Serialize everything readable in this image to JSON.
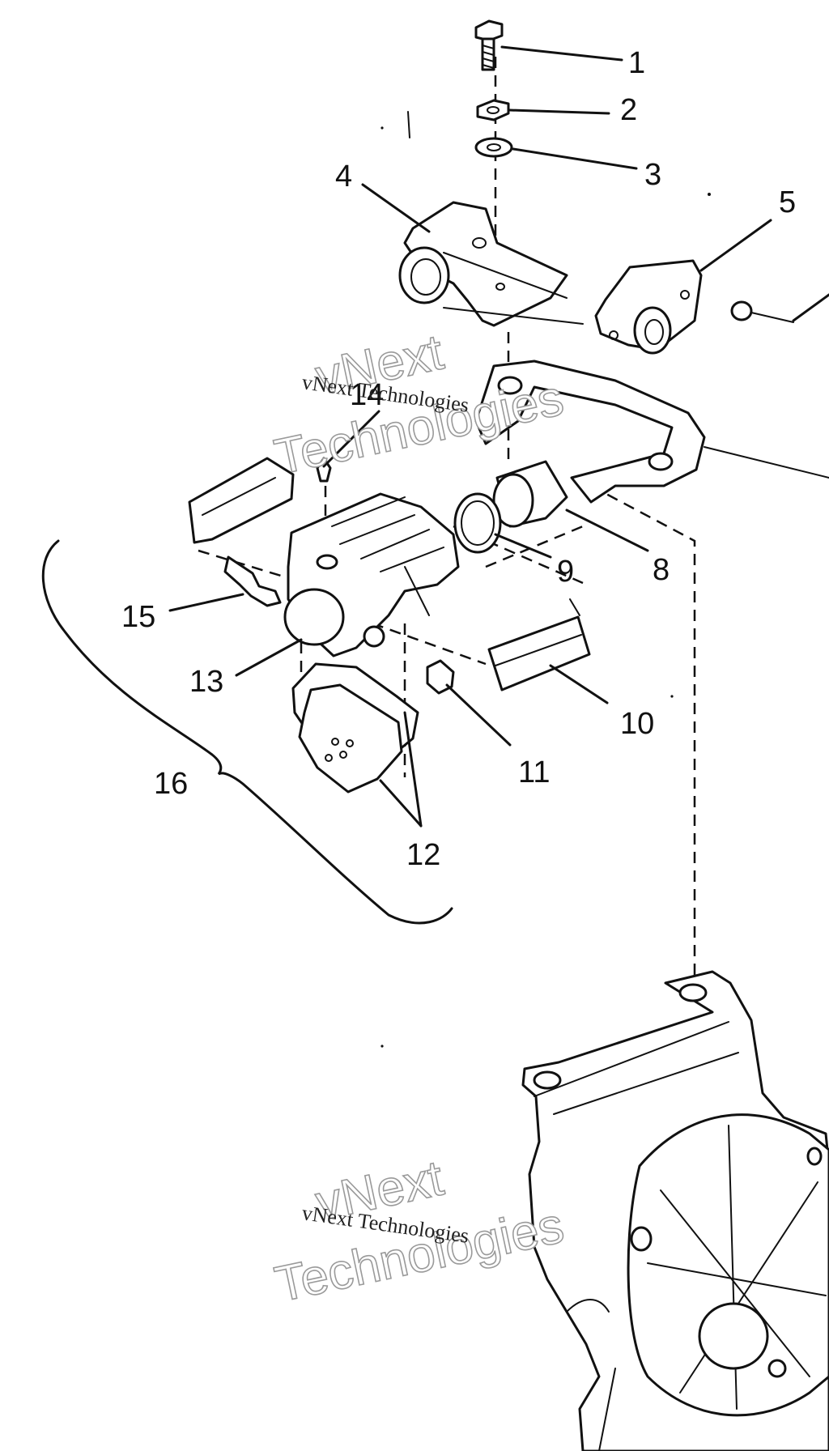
{
  "callouts": {
    "c1": "1",
    "c2": "2",
    "c3": "3",
    "c4": "4",
    "c5": "5",
    "c8": "8",
    "c9": "9",
    "c10": "10",
    "c11": "11",
    "c12": "12",
    "c13": "13",
    "c14": "14",
    "c15": "15",
    "c16": "16"
  },
  "watermark": {
    "serif": "vNext Technologies",
    "line1": "vNext",
    "line2": "Technologies"
  },
  "colors": {
    "ink": "#111111",
    "watermark_outline": "#9a9a9a",
    "background": "#ffffff"
  }
}
